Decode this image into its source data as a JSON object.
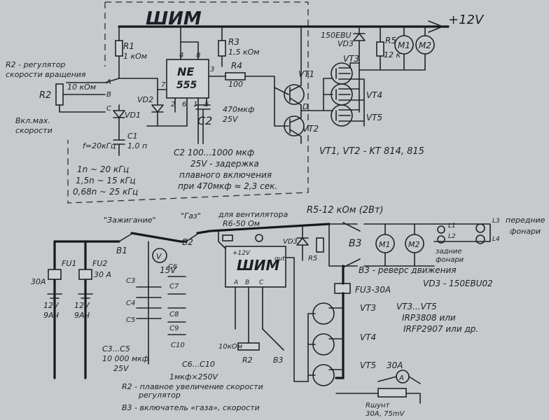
{
  "top": {
    "title": "ШИМ",
    "supply": "+12V",
    "ic": {
      "name": "NE",
      "model": "555",
      "pin4": "4",
      "pin8": "8",
      "pin3": "3",
      "pin7": "7",
      "pin2": "2",
      "pin6": "6",
      "pin1": "1",
      "pin5": "5"
    },
    "r1": {
      "name": "R1",
      "value": "1 кОм"
    },
    "r3": {
      "name": "R3",
      "value": "1,5 кОм"
    },
    "r4": {
      "name": "R4",
      "value": "100"
    },
    "r5": {
      "name": "R5",
      "value": "12 к"
    },
    "r2": {
      "name": "R2",
      "value": "10 кОм",
      "desc_line1": "R2 - регулятор",
      "desc_line2": "скорости вращения"
    },
    "pins": {
      "a": "A",
      "b": "B",
      "c": "C"
    },
    "vd1": "VD1",
    "vd2": "VD2",
    "vd3": "VD3",
    "vd3_part": "150EBU",
    "c1": {
      "name": "C1",
      "value": "1,0 п"
    },
    "c2": {
      "name": "C2",
      "value1": "470мкф",
      "value2": "25V"
    },
    "freq": "f=20кГц",
    "maxspeed_line1": "Вкл.мах.",
    "maxspeed_line2": "скорости",
    "vt1": "VT1",
    "vt2": "VT2",
    "vt3": "VT3",
    "vt4": "VT4",
    "vt5": "VT5",
    "m1": "M1",
    "m2": "M2",
    "gate_pin": "D",
    "freq_notes": [
      "1n ~ 20 кГц",
      "1,5n ~ 15 кГц",
      "0,68n ~ 25 кГц"
    ],
    "c2_notes": [
      "C2 100...1000 мкф",
      "25V - задержка",
      "плавного включения",
      "при 470мкф ≈ 2,3 сек."
    ],
    "transistor_note": "VT1, VT2 - KT 814, 815"
  },
  "bottom": {
    "ignition": "\"Зажигание\"",
    "b1": "B1",
    "gas": "\"Газ\"",
    "b2": "B2",
    "fan_line1": "для вентилятора",
    "fan_line2": "R6-50 Ом",
    "r5_note": "R5-12 кОм (2Вт)",
    "shim": "ШИМ",
    "plus12": "+12V",
    "out": "out",
    "pin_a": "A",
    "pin_b": "B",
    "pin_c": "C",
    "vd3": "VD3",
    "r5": "R5",
    "fu1": "FU1",
    "fu2": "FU2",
    "fu1_rating": "30A",
    "fu2_rating": "30 A",
    "bat1_v": "12V",
    "bat1_ah": "9АЧ",
    "bat2_v": "12V",
    "bat2_ah": "9АЧ",
    "voltmeter": "V",
    "volt_reading": "15V",
    "caps_left": [
      "C3",
      "C4",
      "C5"
    ],
    "caps_right": [
      "C6",
      "C7",
      "C8",
      "C9",
      "C10"
    ],
    "c3c5_line1": "C3...C5",
    "c3c5_line2": "10 000 мкф",
    "c3c5_line3": "25V",
    "c6c10_line1": "C6...C10",
    "c6c10_line2": "1мкф×250V",
    "r2_value": "10кОм",
    "r2": "R2",
    "b3": "B3",
    "m1": "M1",
    "m2": "M2",
    "b3_note": "B3 - реверс движения",
    "vd3_part_note": "VD3 - 150EBU02",
    "fu3": "FU3-30A",
    "vt3": "VT3",
    "vt4": "VT4",
    "vt5": "VT5",
    "fu_30a": "30A",
    "ammeter": "A",
    "shunt_line1": "Rшунт",
    "shunt_line2": "30A, 75mV",
    "lamps": [
      "L1",
      "L2",
      "L3",
      "L4"
    ],
    "front_lamps_line1": "передние",
    "front_lamps_line2": "фонари",
    "rear_lamps_line1": "задние",
    "rear_lamps_line2": "фонари",
    "mosfet_note_line1": "VT3...VT5",
    "mosfet_note_line2": "IRP3808 или",
    "mosfet_note_line3": "IRFP2907 или др.",
    "r2_note_line1": "R2 - плавное увеличение скорости",
    "r2_note_line2": "регулятор",
    "b3_note2": "B3 - включатель «газа», скорости"
  }
}
